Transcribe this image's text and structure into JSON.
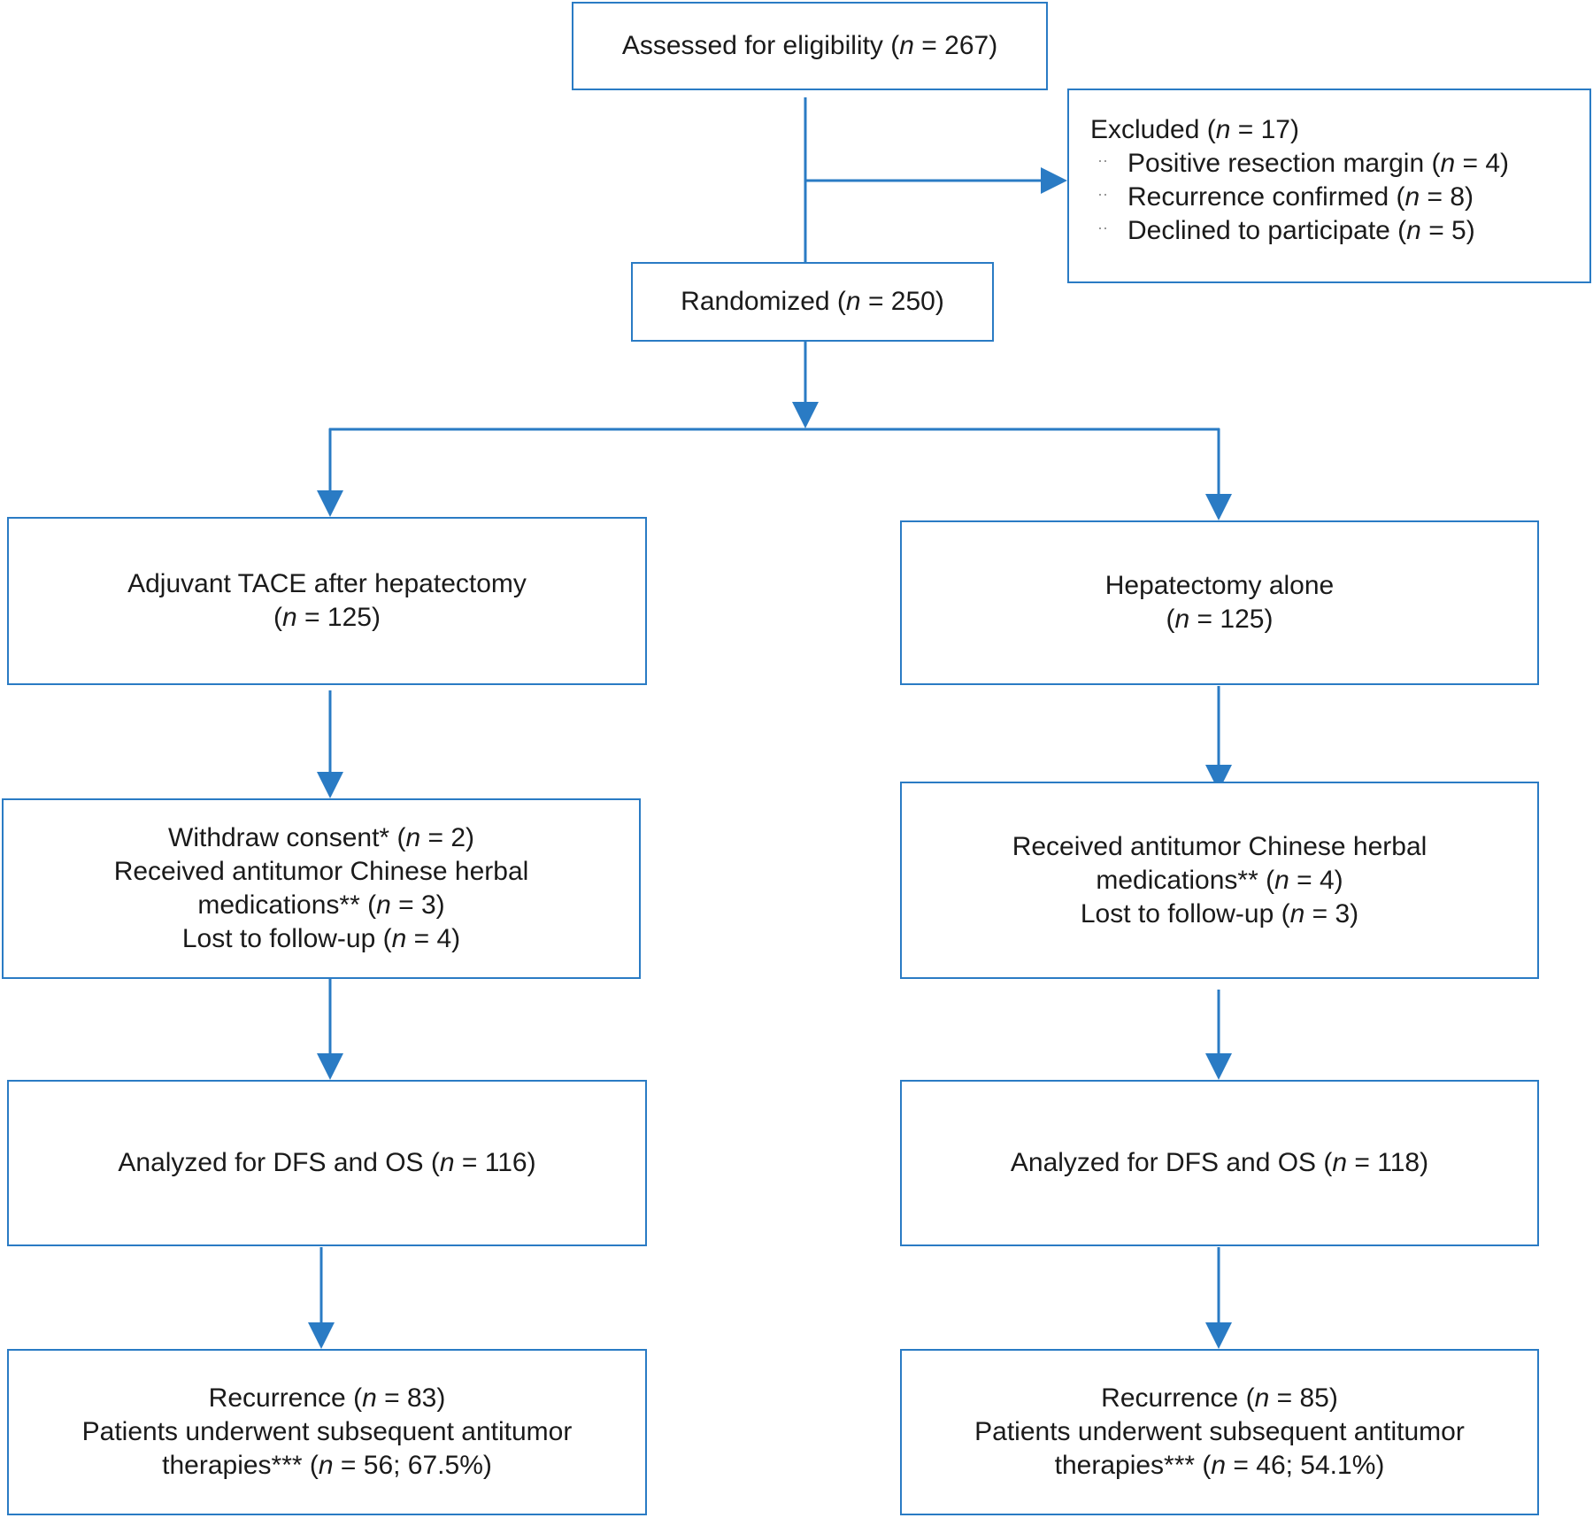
{
  "assessed": {
    "pre": "Assessed for eligibility (",
    "n": "n",
    "post": " = 267)"
  },
  "excluded": {
    "title": {
      "pre": "Excluded (",
      "n": "n",
      "post": " = 17)"
    },
    "bullet": "··",
    "items": [
      {
        "pre": "Positive resection margin (",
        "n": "n",
        "post": " = 4)"
      },
      {
        "pre": "Recurrence confirmed (",
        "n": "n",
        "post": " = 8)"
      },
      {
        "pre": "Declined to participate (",
        "n": "n",
        "post": " = 5)"
      }
    ]
  },
  "randomized": {
    "pre": "Randomized (",
    "n": "n",
    "post": " = 250)"
  },
  "left": {
    "arm": {
      "line1": "Adjuvant TACE after hepatectomy",
      "pre": "(",
      "n": "n",
      "post": " = 125)"
    },
    "dropouts": {
      "l1": {
        "pre": "Withdraw consent* (",
        "n": "n",
        "post": " = 2)"
      },
      "l2": "Received antitumor Chinese herbal",
      "l3": {
        "pre": "medications** (",
        "n": "n",
        "post": " = 3)"
      },
      "l4": {
        "pre": "Lost to follow-up (",
        "n": "n",
        "post": " = 4)"
      }
    },
    "analyzed": {
      "pre": "Analyzed for DFS and OS (",
      "n": "n",
      "post": " = 116)"
    },
    "recurrence": {
      "l1": {
        "pre": "Recurrence (",
        "n": "n",
        "post": " = 83)"
      },
      "l2": "Patients underwent subsequent antitumor",
      "l3": {
        "pre": "therapies*** (",
        "n": "n",
        "post": " = 56; 67.5%)"
      }
    }
  },
  "right": {
    "arm": {
      "line1": "Hepatectomy alone",
      "pre": "(",
      "n": "n",
      "post": " = 125)"
    },
    "dropouts": {
      "l1": "Received antitumor Chinese herbal",
      "l2": {
        "pre": "medications** (",
        "n": "n",
        "post": " = 4)"
      },
      "l3": {
        "pre": "Lost to follow-up (",
        "n": "n",
        "post": " = 3)"
      }
    },
    "analyzed": {
      "pre": "Analyzed for DFS and OS (",
      "n": "n",
      "post": " = 118)"
    },
    "recurrence": {
      "l1": {
        "pre": "Recurrence (",
        "n": "n",
        "post": " = 85)"
      },
      "l2": "Patients underwent subsequent antitumor",
      "l3": {
        "pre": "therapies*** (",
        "n": "n",
        "post": " = 46; 54.1%)"
      }
    }
  },
  "colors": {
    "accent": "#2a7bc4"
  }
}
